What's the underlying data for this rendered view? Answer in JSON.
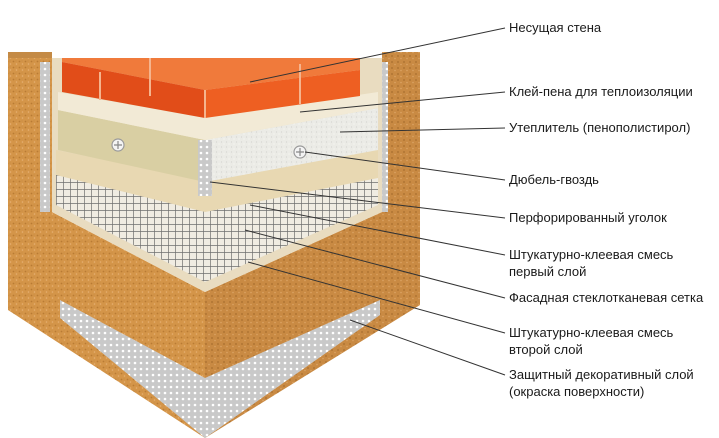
{
  "labels": [
    {
      "id": "load-bearing-wall",
      "lines": [
        "Несущая стена"
      ]
    },
    {
      "id": "foam-adhesive",
      "lines": [
        "Клей-пена для теплоизоляции"
      ]
    },
    {
      "id": "insulation",
      "lines": [
        "Утеплитель (пенополистирол)"
      ]
    },
    {
      "id": "dowel-nail",
      "lines": [
        "Дюбель-гвоздь"
      ]
    },
    {
      "id": "perforated-corner",
      "lines": [
        "Перфорированный уголок"
      ]
    },
    {
      "id": "plaster-adhesive-first",
      "lines": [
        "Штукатурно-клеевая смесь",
        "первый слой"
      ]
    },
    {
      "id": "fiberglass-mesh",
      "lines": [
        "Фасадная стеклотканевая сетка"
      ]
    },
    {
      "id": "plaster-adhesive-second",
      "lines": [
        "Штукатурно-клеевая смесь",
        "второй слой"
      ]
    },
    {
      "id": "decorative-layer",
      "lines": [
        "Защитный декоративный слой",
        "(окраска поверхности)"
      ]
    }
  ],
  "colors": {
    "brick": "#e8531c",
    "plaster": "#d69a4f",
    "insulation": "#e9e3c9",
    "mesh": "#7d7d7d",
    "leader": "#333333"
  }
}
